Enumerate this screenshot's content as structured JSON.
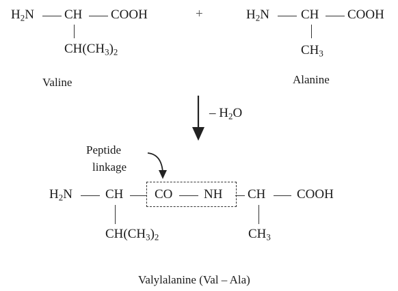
{
  "reactants": {
    "valine": {
      "h2n": [
        "H",
        "2",
        "N"
      ],
      "ch": "CH",
      "cooh": "COOH",
      "side_chain": [
        "CH(CH",
        "3",
        ")",
        "2"
      ],
      "name": "Valine"
    },
    "plus": "+",
    "alanine": {
      "h2n": [
        "H",
        "2",
        "N"
      ],
      "ch": "CH",
      "cooh": "COOH",
      "side_chain": [
        "CH",
        "3"
      ],
      "name": "Alanine"
    }
  },
  "condition": [
    "– H",
    "2",
    "O"
  ],
  "product": {
    "peptide_label_line1": "Peptide",
    "peptide_label_line2": "linkage",
    "h2n": [
      "H",
      "2",
      "N"
    ],
    "ch1": "CH",
    "co": "CO",
    "nh": "NH",
    "ch2": "CH",
    "cooh": "COOH",
    "side_chain_1": [
      "CH(CH",
      "3",
      ")",
      "2"
    ],
    "side_chain_2": [
      "CH",
      "3"
    ],
    "name": "Valylalanine (Val – Ala)"
  }
}
